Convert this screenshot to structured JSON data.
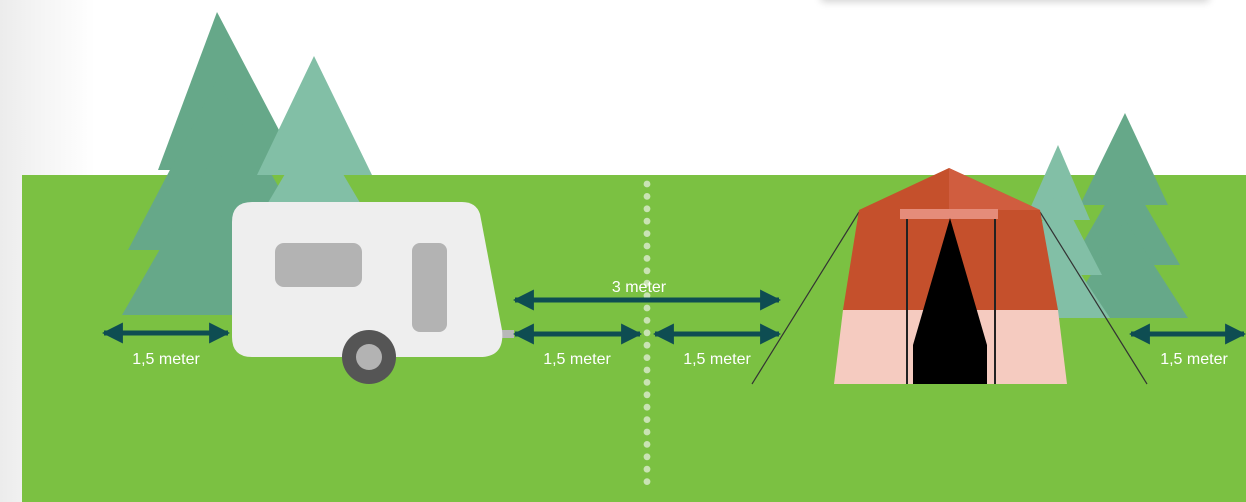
{
  "labels": {
    "left": "1,5 meter",
    "caravan_right": "1,5 meter",
    "center": "3 meter",
    "tent_left": "1,5 meter",
    "right": "1,5 meter"
  },
  "colors": {
    "grass": "#7bc142",
    "tree_dark": "#66a889",
    "tree_light": "#82bfa6",
    "arrow": "#0e4d52",
    "divider_dots": "#c9e3b4",
    "caravan_body": "#eeeeee",
    "tent_roof": "#c5502c",
    "tent_lower": "#f5cbc0"
  },
  "icons": {
    "caravan": "caravan-icon",
    "tent": "tent-icon",
    "tree": "tree-icon"
  }
}
